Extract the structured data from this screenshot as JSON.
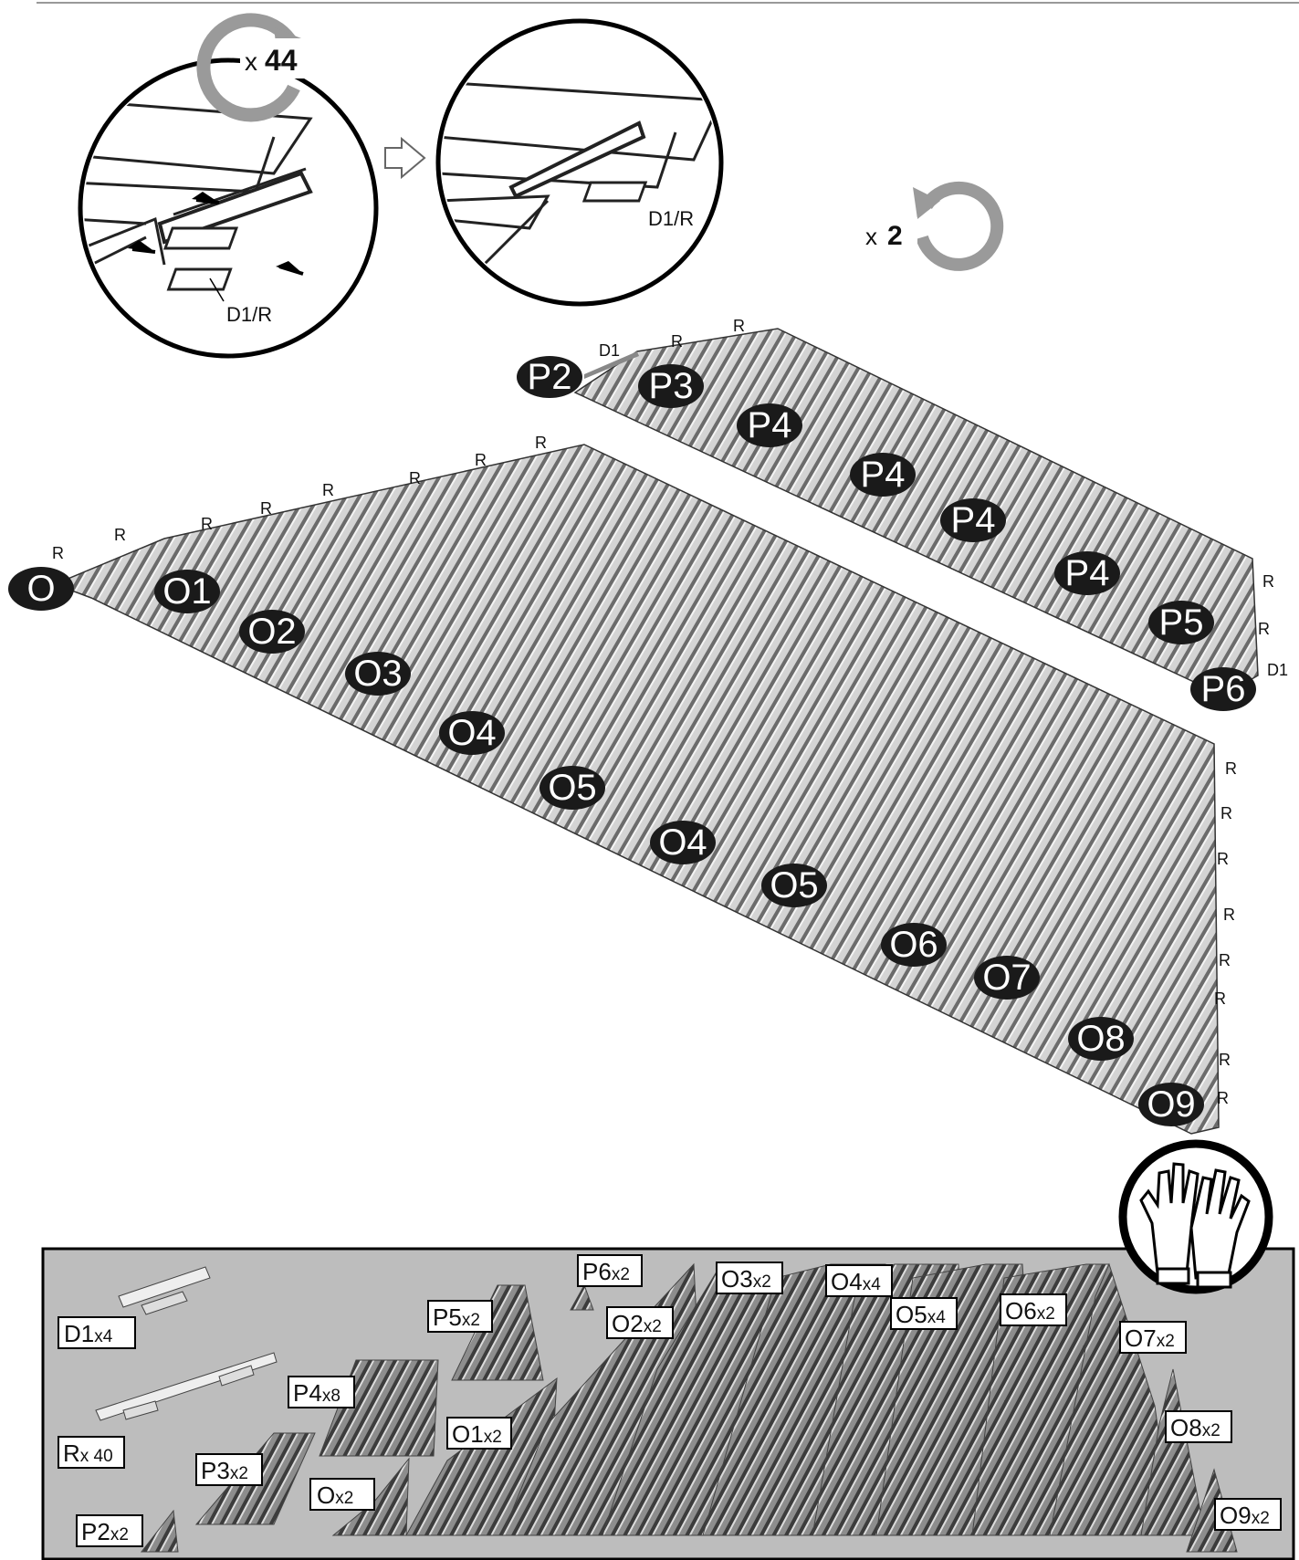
{
  "rotation_badges": [
    {
      "prefix": "x",
      "count": "44"
    },
    {
      "prefix": "x",
      "count": "2"
    }
  ],
  "detail_labels": [
    "D1/R",
    "D1/R"
  ],
  "roof_callouts": [
    "P2",
    "P3",
    "P4",
    "P4",
    "P4",
    "P4",
    "P5",
    "P6",
    "O",
    "O1",
    "O2",
    "O3",
    "O4",
    "O5",
    "O4",
    "O5",
    "O6",
    "O7",
    "O8",
    "O9"
  ],
  "edge_labels": {
    "d1": "D1",
    "r": "R"
  },
  "parts": [
    {
      "code": "D1",
      "qty": "x4"
    },
    {
      "code": "R",
      "qty": "x 40"
    },
    {
      "code": "P2",
      "qty": "x2"
    },
    {
      "code": "P3",
      "qty": "x2"
    },
    {
      "code": "P4",
      "qty": "x8"
    },
    {
      "code": "O",
      "qty": "x2"
    },
    {
      "code": "P5",
      "qty": "x2"
    },
    {
      "code": "O1",
      "qty": "x2"
    },
    {
      "code": "P6",
      "qty": "x2"
    },
    {
      "code": "O2",
      "qty": "x2"
    },
    {
      "code": "O3",
      "qty": "x2"
    },
    {
      "code": "O4",
      "qty": "x4"
    },
    {
      "code": "O5",
      "qty": "x4"
    },
    {
      "code": "O6",
      "qty": "x2"
    },
    {
      "code": "O7",
      "qty": "x2"
    },
    {
      "code": "O8",
      "qty": "x2"
    },
    {
      "code": "O9",
      "qty": "x2"
    }
  ],
  "icons": [
    "rotation-icon",
    "arrow-right-icon",
    "gloves-icon"
  ],
  "colors": {
    "panel": "#bdbdbd",
    "badge": "#1a1a1a",
    "ink": "#111111",
    "arrow_gray": "#9a9a9a"
  }
}
